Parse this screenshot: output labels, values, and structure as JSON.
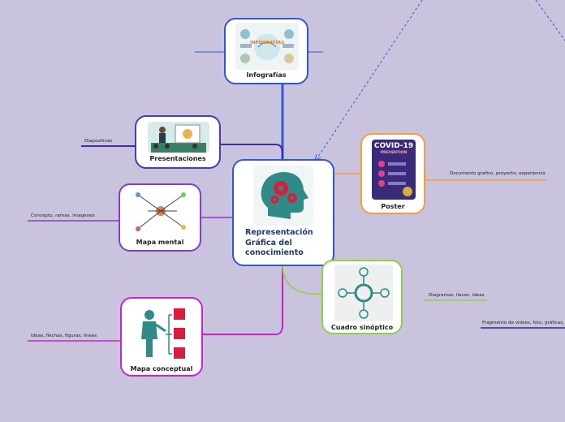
{
  "central": {
    "title_line1": "Representación",
    "title_line2": "Gráfica del",
    "title_line3": "conocimiento",
    "icon": "head-gears-icon"
  },
  "nodes": {
    "infografias": {
      "label": "Infografías",
      "color": "#2f57d6",
      "thumb_text": "INFOGRAFÍAS"
    },
    "presentaciones": {
      "label": "Presentaciones",
      "color": "#4a3bb3",
      "leaf": "Diapositivas"
    },
    "mapa_mental": {
      "label": "Mapa mental",
      "color": "#8a3cc8",
      "leaf": "Concepto, ramas, imagenes"
    },
    "mapa_conceptual": {
      "label": "Mapa conceptual",
      "color": "#cc22cc",
      "leaf": "Ideas, flechas, figuras, lineas"
    },
    "poster": {
      "label": "Poster",
      "color": "#f0a040",
      "leaf": "Documento grafico, proyecto, experiencia",
      "thumb_title": "COVID-19",
      "thumb_sub": "PREVENTION"
    },
    "cuadro_sinoptico": {
      "label": "Cuadro sinóptico",
      "color": "#8ed04a",
      "leaf": "Diagramas, llaves, ideas"
    }
  },
  "floating_leaf": {
    "text": "Fragmento de videos, foto, gráficas,",
    "color": "#3a1fb5"
  },
  "colors": {
    "background": "#c9c3dd",
    "central_border": "#2f57d6",
    "thumb_teal": "#2e8b87",
    "thumb_red": "#d81e3a"
  }
}
